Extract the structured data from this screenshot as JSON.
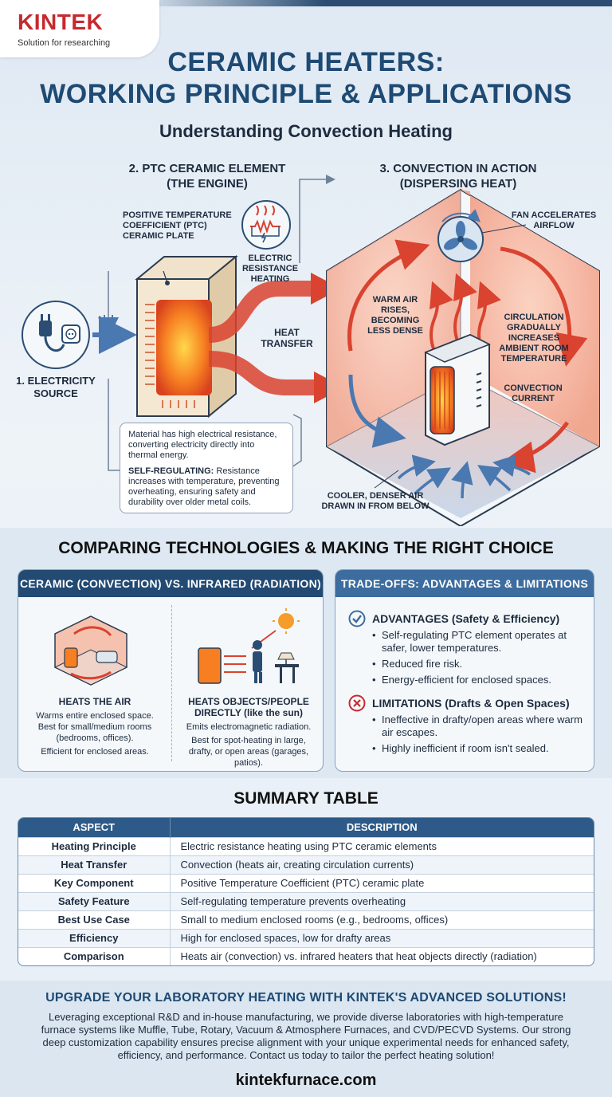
{
  "brand": {
    "name": "KINTEK",
    "tagline": "Solution for researching"
  },
  "header": {
    "title_line1": "CERAMIC HEATERS:",
    "title_line2": "WORKING PRINCIPLE & APPLICATIONS",
    "subtitle": "Understanding Convection Heating"
  },
  "diagram": {
    "step1": {
      "line1": "1. ELECTRICITY",
      "line2": "SOURCE"
    },
    "step2": {
      "line1": "2. PTC CERAMIC ELEMENT",
      "line2": "(THE ENGINE)"
    },
    "step3": {
      "line1": "3. CONVECTION IN ACTION",
      "line2": "(DISPERSING HEAT)"
    },
    "ptc_label": {
      "line1": "POSITIVE TEMPERATURE",
      "line2": "COEFFICIENT (PTC)",
      "line3": "CERAMIC PLATE"
    },
    "resistance_label": {
      "line1": "ELECTRIC",
      "line2": "RESISTANCE",
      "line3": "HEATING"
    },
    "heat_transfer_label": {
      "line1": "HEAT",
      "line2": "TRANSFER"
    },
    "fan_label": {
      "line1": "FAN ACCELERATES",
      "line2": "AIRFLOW"
    },
    "warm_air_label": {
      "line1": "WARM AIR",
      "line2": "RISES,",
      "line3": "BECOMING",
      "line4": "LESS DENSE"
    },
    "circulation_label": {
      "line1": "CIRCULATION",
      "line2": "GRADUALLY",
      "line3": "INCREASES",
      "line4": "AMBIENT ROOM",
      "line5": "TEMPERATURE"
    },
    "convection_label": {
      "line1": "CONVECTION",
      "line2": "CURRENT"
    },
    "cool_air_label": {
      "line1": "COOLER, DENSER AIR",
      "line2": "DRAWN IN FROM BELOW"
    },
    "note": {
      "para1": "Material has high electrical resistance, converting electricity directly into thermal energy.",
      "para2_bold": "SELF-REGULATING:",
      "para2_rest": " Resistance increases with temperature, preventing overheating, ensuring safety and durability over older metal coils."
    }
  },
  "comparison": {
    "section_title": "COMPARING TECHNOLOGIES & MAKING THE RIGHT CHOICE",
    "left_card": {
      "header": "CERAMIC (CONVECTION) VS. INFRARED (RADIATION)",
      "ceramic": {
        "heading": "HEATS THE AIR",
        "line1": "Warms entire enclosed space.",
        "line2": "Best for small/medium rooms (bedrooms, offices).",
        "line3": "Efficient for enclosed areas."
      },
      "infrared": {
        "heading": "HEATS OBJECTS/PEOPLE DIRECTLY (like the sun)",
        "line1": "Emits electromagnetic radiation.",
        "line2": "Best for spot-heating in large, drafty, or open areas (garages, patios)."
      }
    },
    "right_card": {
      "header": "TRADE-OFFS: ADVANTAGES & LIMITATIONS",
      "advantages_title": "ADVANTAGES (Safety & Efficiency)",
      "advantages": [
        "Self-regulating PTC element operates at safer, lower temperatures.",
        "Reduced fire risk.",
        "Energy-efficient for enclosed spaces."
      ],
      "limitations_title": "LIMITATIONS (Drafts & Open Spaces)",
      "limitations": [
        "Ineffective in drafty/open areas where warm air escapes.",
        "Highly inefficient if room isn't sealed."
      ]
    }
  },
  "summary": {
    "title": "SUMMARY TABLE",
    "columns": [
      "ASPECT",
      "DESCRIPTION"
    ],
    "rows": [
      [
        "Heating Principle",
        "Electric resistance heating using PTC ceramic elements"
      ],
      [
        "Heat Transfer",
        "Convection (heats air, creating circulation currents)"
      ],
      [
        "Key Component",
        "Positive Temperature Coefficient (PTC) ceramic plate"
      ],
      [
        "Safety Feature",
        "Self-regulating temperature prevents overheating"
      ],
      [
        "Best Use Case",
        "Small to medium enclosed rooms (e.g., bedrooms, offices)"
      ],
      [
        "Efficiency",
        "High for enclosed spaces, low for drafty areas"
      ],
      [
        "Comparison",
        "Heats air (convection) vs. infrared heaters that heat objects directly (radiation)"
      ]
    ]
  },
  "footer": {
    "headline": "UPGRADE YOUR LABORATORY HEATING WITH KINTEK'S ADVANCED SOLUTIONS!",
    "body": "Leveraging exceptional R&D and in-house manufacturing, we provide diverse laboratories with high-temperature furnace systems like Muffle, Tube, Rotary, Vacuum & Atmosphere Furnaces, and CVD/PECVD Systems. Our strong deep customization capability ensures precise alignment with your unique experimental needs for enhanced safety, efficiency, and performance. Contact us today to tailor the perfect heating solution!",
    "url": "kintekfurnace.com"
  },
  "colors": {
    "brand_red": "#c7282e",
    "navy": "#1e4a73",
    "header_blue": "#234a73",
    "heat_red": "#d9432f",
    "cool_blue": "#4a78b0"
  }
}
